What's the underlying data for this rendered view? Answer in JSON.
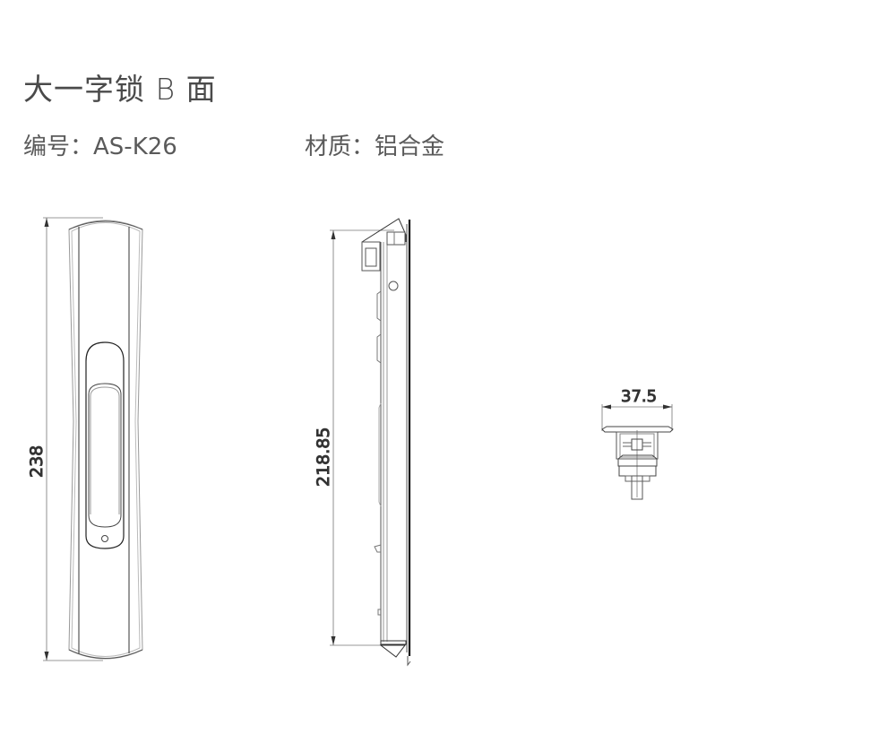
{
  "header": {
    "title": "大一字锁 B 面",
    "code_label": "编号：",
    "code_value": "AS-K26",
    "material_label": "材质：",
    "material_value": "铝合金"
  },
  "views": {
    "front": {
      "dimension_height": "238"
    },
    "side": {
      "dimension_height": "218.85"
    },
    "top": {
      "dimension_width": "37.5"
    }
  },
  "colors": {
    "line": "#333333",
    "light_line": "#9a9a9a",
    "text": "#555555",
    "background": "#ffffff"
  }
}
